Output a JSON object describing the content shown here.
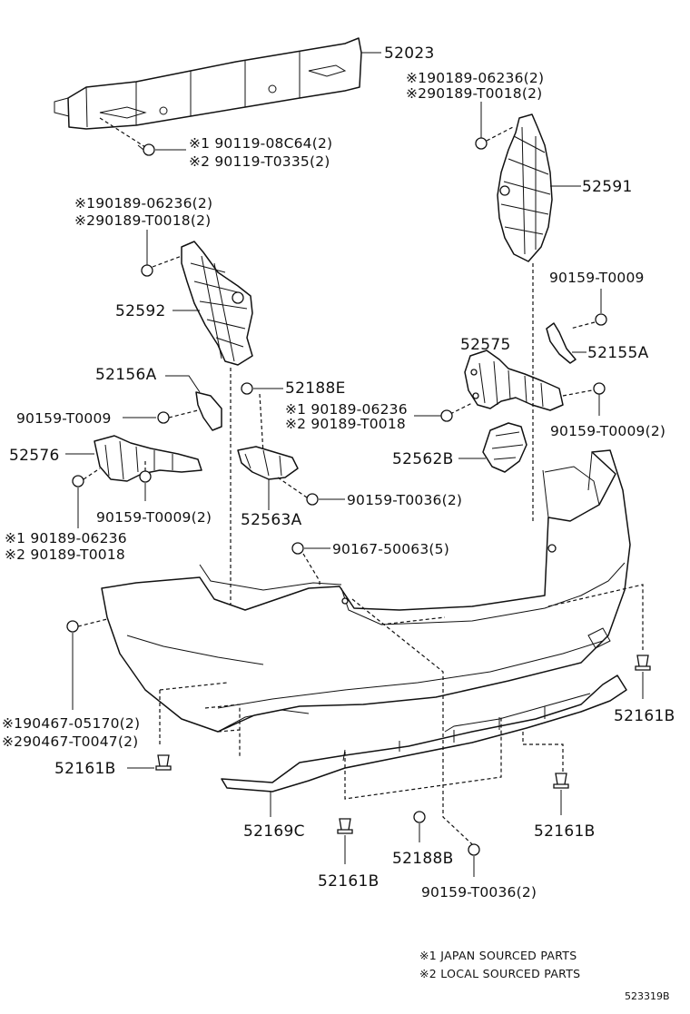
{
  "labels": {
    "p52023": "52023",
    "p52591": "52591",
    "p52592": "52592",
    "p52575": "52575",
    "p52155a": "52155A",
    "p52156a": "52156A",
    "p52188e": "52188E",
    "p52576": "52576",
    "p52562b": "52562B",
    "p52563a": "52563A",
    "p52161b_right": "52161B",
    "p52161b_left": "52161B",
    "p52161b_lower_right": "52161B",
    "p52161b_bottom": "52161B",
    "p52169c": "52169C",
    "p52188b": "52188B",
    "b_90159_t0009_right": "90159-T0009",
    "b_90159_t0009_left": "90159-T0009",
    "b_90159_t0009_2_right": "90159-T0009(2)",
    "b_90159_t0009_2_left": "90159-T0009(2)",
    "b_90159_t0036_2_mid": "90159-T0036(2)",
    "b_90159_t0036_2_bottom": "90159-T0036(2)",
    "b_90167_50063_5": "90167-50063(5)",
    "top_bolt_1": "※1 90119-08C64(2)",
    "top_bolt_2": "※2 90119-T0335(2)",
    "right_nut_1": "※190189-06236(2)",
    "right_nut_2": "※290189-T0018(2)",
    "left_nut_1": "※190189-06236(2)",
    "left_nut_2": "※290189-T0018(2)",
    "mid_nut_1": "※1 90189-06236",
    "mid_nut_2": "※2 90189-T0018",
    "low_nut_1": "※1 90189-06236",
    "low_nut_2": "※2 90189-T0018",
    "clip_1": "※190467-05170(2)",
    "clip_2": "※290467-T0047(2)"
  },
  "legend": {
    "note_1": "※1 JAPAN SOURCED PARTS",
    "note_2": "※2 LOCAL SOURCED PARTS"
  },
  "diagram_ref": "52331​9B"
}
